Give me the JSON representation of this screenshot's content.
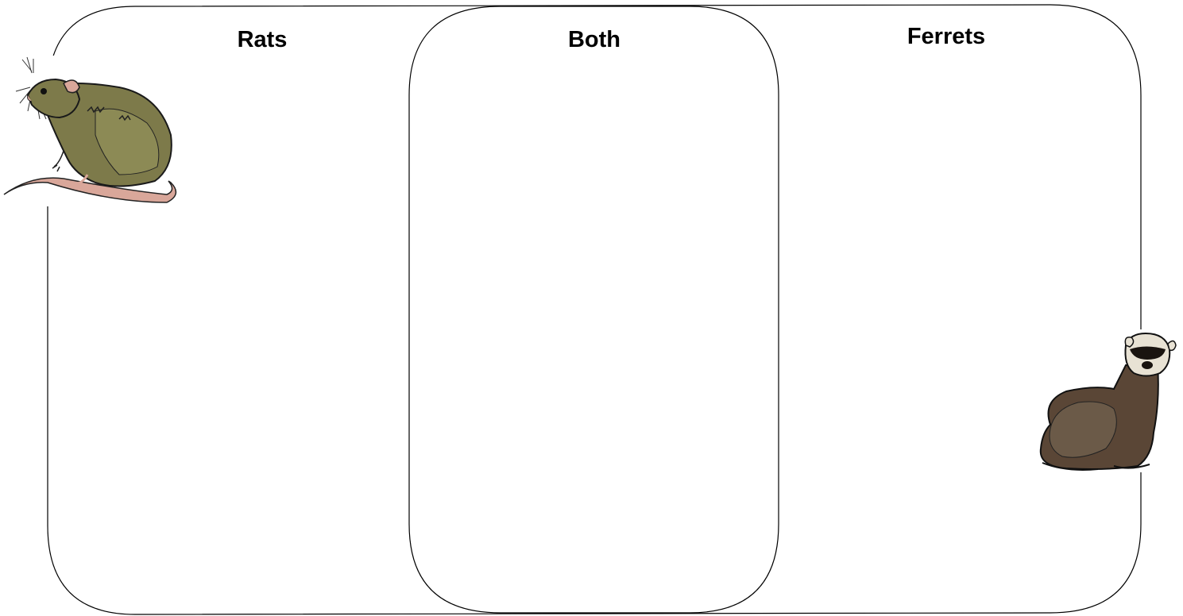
{
  "venn": {
    "left_label": "Rats",
    "middle_label": "Both",
    "right_label": "Ferrets"
  },
  "illustrations": {
    "left_icon": "rat-icon",
    "right_icon": "ferret-icon"
  },
  "colors": {
    "outline": "#000000",
    "rat_fur": "#7d7a4a",
    "rat_tail": "#d9a79a",
    "ferret_fur": "#5a4636"
  }
}
